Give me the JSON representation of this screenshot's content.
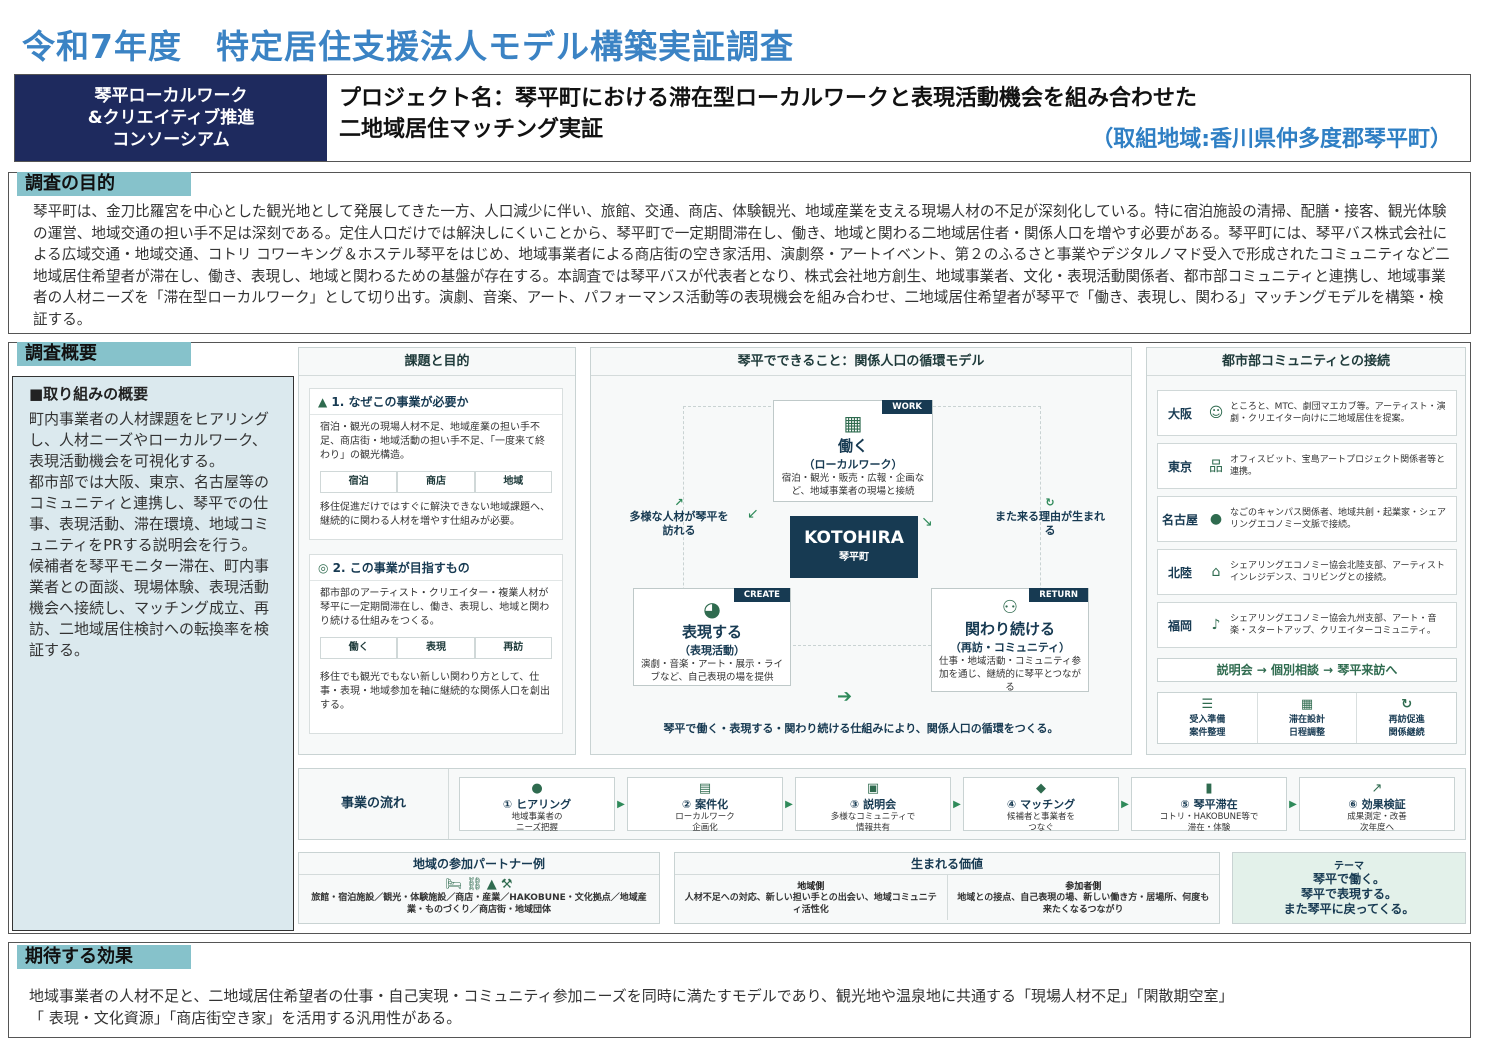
{
  "title": "令和7年度　特定居住支援法人モデル構築実証調査",
  "org": {
    "line1": "琴平ローカルワーク",
    "line2": "&クリエイティブ推進",
    "line3": "コンソーシアム"
  },
  "project": {
    "line1": "プロジェクト名：琴平町における滞在型ローカルワークと表現活動機会を組み合わせた",
    "line2": "二地域居住マッチング実証",
    "area": "（取組地域:香川県仲多度郡琴平町）"
  },
  "purpose": {
    "tag": "調査の目的",
    "text": "琴平町は、金刀比羅宮を中心とした観光地として発展してきた一方、人口減少に伴い、旅館、交通、商店、体験観光、地域産業を支える現場人材の不足が深刻化している。特に宿泊施設の清掃、配膳・接客、観光体験の運営、地域交通の担い手不足は深刻である。定住人口だけでは解決しにくいことから、琴平町で一定期間滞在し、働き、地域と関わる二地域居住者・関係人口を増やす必要がある。琴平町には、琴平バス株式会社による広域交通・地域交通、コトリ コワーキング＆ホステル琴平をはじめ、地域事業者による商店街の空き家活用、演劇祭・アートイベント、第２のふるさと事業やデジタルノマド受入で形成されたコミュニティなど二地域居住希望者が滞在し、働き、表現し、地域と関わるための基盤が存在する。本調査では琴平バスが代表者となり、株式会社地方創生、地域事業者、文化・表現活動関係者、都市部コミュニティと連携し、地域事業者の人材ニーズを「滞在型ローカルワーク」として切り出す。演劇、音楽、アート、パフォーマンス活動等の表現機会を組み合わせ、二地域居住希望者が琴平で「働き、表現し、関わる」マッチングモデルを構築・検証する。"
  },
  "overview": {
    "tag": "調査概要",
    "left_head": "■取り組みの概要",
    "left_body": [
      " 町内事業者の人材課題をヒアリングし、人材ニーズやローカルワーク、表現活動機会を可視化する。",
      " 都市部では大阪、東京、名古屋等のコミュニティと連携し、琴平での仕事、表現活動、滞在環境、地域コミュニティをPRする説明会を行う。",
      " 候補者を琴平モニター滞在、町内事業者との面談、現場体験、表現活動機会へ接続し、マッチング成立、再訪、二地域居住検討への転換率を検証する。"
    ]
  },
  "issues": {
    "title": "課題と目的",
    "q1": "1. なぜこの事業が必要か",
    "q1_text": "宿泊・観光の現場人材不足、地域産業の担い手不足、商店街・地域活動の担い手不足、「一度来て終わり」の観光構造。",
    "q1_chips": [
      "宿泊",
      "商店",
      "地域"
    ],
    "q1_foot": "移住促進だけではすぐに解決できない地域課題へ、継続的に関わる人材を増やす仕組みが必要。",
    "q2": "2. この事業が目指すもの",
    "q2_text": "都市部のアーティスト・クリエイター・複業人材が琴平に一定期間滞在し、働き、表現し、地域と関わり続ける仕組みをつくる。",
    "q2_chips": [
      "働く",
      "表現",
      "再訪"
    ],
    "q2_foot": "移住でも観光でもない新しい関わり方として、仕事・表現・地域参加を軸に継続的な関係人口を創出する。"
  },
  "cycle": {
    "title": "琴平でできること：関係人口の循環モデル",
    "work_badge": "WORK",
    "work_title": "働く",
    "work_sub": "（ローカルワーク）",
    "work_desc": "宿泊・観光・販売・広報・企画など、地域事業者の現場と接続",
    "create_badge": "CREATE",
    "create_title": "表現する",
    "create_sub": "（表現活動）",
    "create_desc": "演劇・音楽・アート・展示・ライブなど、自己表現の場を提供",
    "return_badge": "RETURN",
    "return_title": "関わり続ける",
    "return_sub": "（再訪・コミュニティ）",
    "return_desc": "仕事・地域活動・コミュニティ参加を通じ、継続的に琴平とつながる",
    "center_logo": "KOTOHIRA",
    "center_sub": "琴平町",
    "left_note": "多様な人材が琴平を訪れる",
    "right_note": "また来る理由が生まれる",
    "bottom": "琴平で働く・表現する・関わり続ける仕組みにより、関係人口の循環をつくる。"
  },
  "cities": {
    "title": "都市部コミュニティとの接続",
    "items": [
      {
        "name": "大阪",
        "icon": "🎭",
        "desc": "ところと、MTC、劇団マエカブ等。アーティスト・演劇・クリエイター向けに二地域居住を提案。"
      },
      {
        "name": "東京",
        "icon": "品",
        "desc": "オフィスビット、宝島アートプロジェクト関係者等と連携。"
      },
      {
        "name": "名古屋",
        "icon": "●",
        "desc": "なごのキャンパス関係者、地域共創・起業家・シェアリングエコノミー文脈で接続。"
      },
      {
        "name": "北陸",
        "icon": "⌂",
        "desc": "シェアリングエコノミー協会北陸支部、アーティストインレジデンス、コリビングとの接続。"
      },
      {
        "name": "福岡",
        "icon": "♪",
        "desc": "シェアリングエコノミー協会九州支部、アート・音楽・スタートアップ、クリエイターコミュニティ。"
      }
    ],
    "flow": "説明会 → 個別相談 → 琴平来訪へ",
    "steps": [
      {
        "icon": "☰",
        "label": "受入準備\n案件整理"
      },
      {
        "icon": "▦",
        "label": "滞在設計\n日程調整"
      },
      {
        "icon": "↻",
        "label": "再訪促進\n関係継続"
      }
    ]
  },
  "flow": {
    "title": "事業の流れ",
    "steps": [
      {
        "icon": "●",
        "label": "① ヒアリング",
        "desc": "地域事業者の\nニーズ把握"
      },
      {
        "icon": "▤",
        "label": "② 案件化",
        "desc": "ローカルワーク\n企画化"
      },
      {
        "icon": "▣",
        "label": "③ 説明会",
        "desc": "多様なコミュニティで\n情報共有"
      },
      {
        "icon": "◆",
        "label": "④ マッチング",
        "desc": "候補者と事業者を\nつなぐ"
      },
      {
        "icon": "▮",
        "label": "⑤ 琴平滞在",
        "desc": "コトリ・HAKOBUNE等で\n滞在・体験"
      },
      {
        "icon": "↗",
        "label": "⑥ 効果検証",
        "desc": "成果測定・改善\n次年度へ"
      }
    ]
  },
  "partners": {
    "title": "地域の参加パートナー例",
    "icons": "🛏 ⛓ ▲ ⚒",
    "text": "旅館・宿泊施設／観光・体験施設／商店・産業／HAKOBUNE・文化拠点／地域産業・ものづくり／商店街・地域団体"
  },
  "value": {
    "title": "生まれる価値",
    "local_head": "地域側",
    "local_text": "人材不足への対応、新しい担い手との出会い、地域コミュニティ活性化",
    "part_head": "参加者側",
    "part_text": "地域との接点、自己表現の場、新しい働き方・居場所、何度も来たくなるつながり"
  },
  "theme": {
    "head": "テーマ",
    "l1": "琴平で働く。",
    "l2": "琴平で表現する。",
    "l3": "また琴平に戻ってくる。"
  },
  "effects": {
    "tag": "期待する効果",
    "line1": "地域事業者の人材不足と、二地域居住希望者の仕事・自己実現・コミュニティ参加ニーズを同時に満たすモデルであり、観光地や温泉地に共通する「現場人材不足」「閑散期空室」",
    "line2": "「 表現・文化資源」「商店街空き家」を活用する汎用性がある。"
  }
}
